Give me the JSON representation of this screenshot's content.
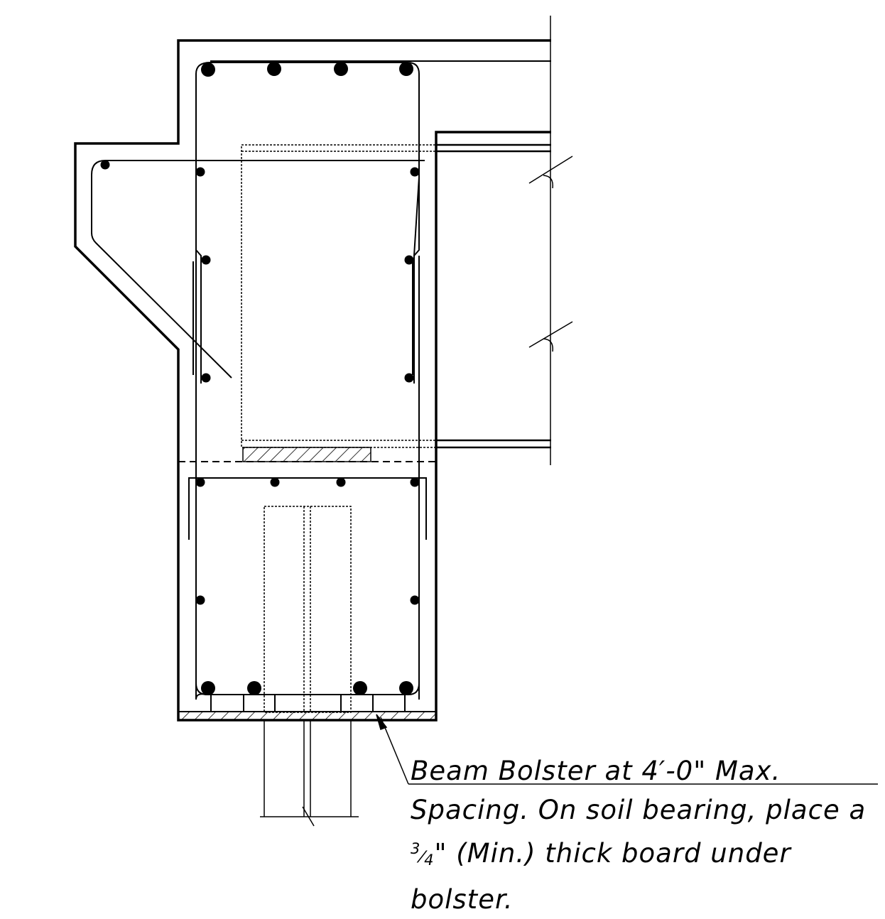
{
  "note": {
    "line1": "Beam  Bolster  at 4′-0\" Max.",
    "line2": "Spacing. On  soil bearing, place  a",
    "line3_frac_num": "3",
    "line3_frac_den": "4",
    "line3_rest": "\" (Min.) thick  board  under",
    "line4": "bolster."
  }
}
